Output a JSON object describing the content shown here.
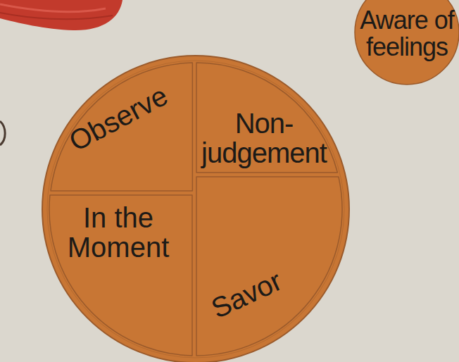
{
  "diagram": {
    "nodes": [
      {
        "text": [
          "Observe"
        ]
      },
      {
        "text": [
          "Non-judgement"
        ]
      },
      {
        "text": [
          "In the Moment"
        ]
      },
      {
        "text": [
          "Savor"
        ]
      },
      {
        "text": [
          "Aware of feelings"
        ]
      }
    ]
  }
}
